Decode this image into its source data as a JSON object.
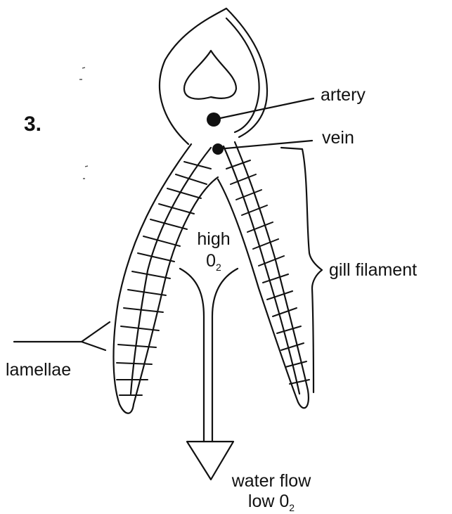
{
  "figure": {
    "number": "3.",
    "labels": {
      "artery": "artery",
      "vein": "vein",
      "gill_filament": "gill filament",
      "lamellae": "lamellae",
      "high": "high",
      "high_o": "0",
      "high_o_sub": "2",
      "water_flow": "water flow",
      "low": "low 0",
      "low_sub": "2"
    }
  }
}
